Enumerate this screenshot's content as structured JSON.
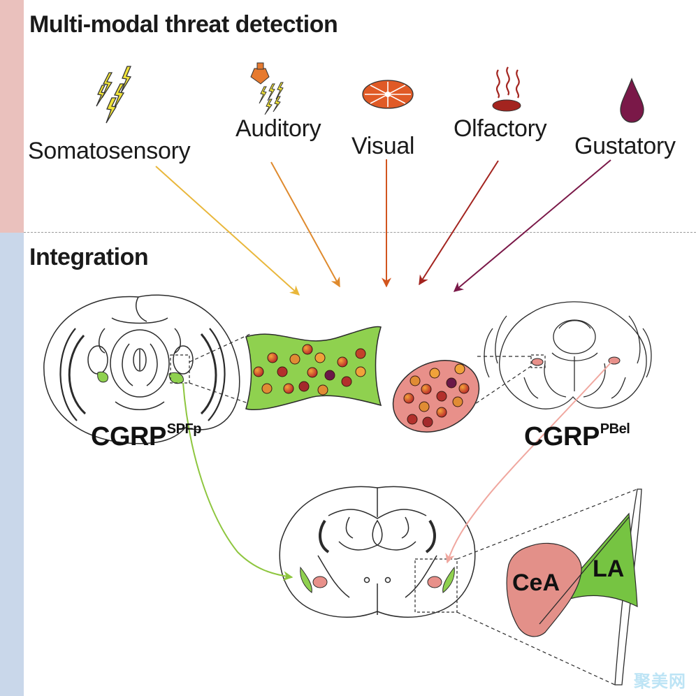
{
  "sections": {
    "top_title": "Multi-modal threat detection",
    "bottom_title": "Integration"
  },
  "modalities": [
    {
      "label": "Somatosensory",
      "icon": "lightning-bolts-icon",
      "color": "#e9b73b"
    },
    {
      "label": "Auditory",
      "icon": "speaker-sound-icon",
      "color": "#df8a2d"
    },
    {
      "label": "Visual",
      "icon": "eye-icon",
      "color": "#d2551e"
    },
    {
      "label": "Olfactory",
      "icon": "odor-waves-icon",
      "color": "#a3241f"
    },
    {
      "label": "Gustatory",
      "icon": "taste-drop-icon",
      "color": "#7a1848"
    }
  ],
  "nuclei": {
    "left": {
      "base": "CGRP",
      "sup": "SPFp",
      "color": "#8fd14f"
    },
    "right": {
      "base": "CGRP",
      "sup": "PBel",
      "color": "#e8908a"
    }
  },
  "amygdala": {
    "cea": "CeA",
    "la": "LA",
    "cea_color": "#e39089",
    "la_color": "#76c442"
  },
  "watermark": "聚美网"
}
